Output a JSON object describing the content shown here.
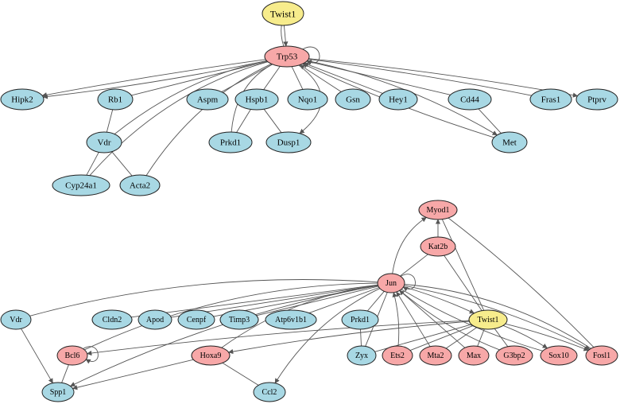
{
  "colors": {
    "blue": "#a8d8e4",
    "pink": "#f7a8a8",
    "yellow": "#f7ec8c",
    "edge": "#555555"
  },
  "nodes": [
    {
      "id": "twist1_top",
      "label": "Twist1",
      "color": "yellow"
    },
    {
      "id": "trp53",
      "label": "Trp53",
      "color": "pink"
    },
    {
      "id": "hipk2",
      "label": "Hipk2",
      "color": "blue"
    },
    {
      "id": "rb1",
      "label": "Rb1",
      "color": "blue"
    },
    {
      "id": "aspm",
      "label": "Aspm",
      "color": "blue"
    },
    {
      "id": "hspb1",
      "label": "Hspb1",
      "color": "blue"
    },
    {
      "id": "nqo1",
      "label": "Nqo1",
      "color": "blue"
    },
    {
      "id": "gsn",
      "label": "Gsn",
      "color": "blue"
    },
    {
      "id": "hey1",
      "label": "Hey1",
      "color": "blue"
    },
    {
      "id": "cd44",
      "label": "Cd44",
      "color": "blue"
    },
    {
      "id": "fras1",
      "label": "Fras1",
      "color": "blue"
    },
    {
      "id": "ptprv",
      "label": "Ptprv",
      "color": "blue"
    },
    {
      "id": "vdr_top",
      "label": "Vdr",
      "color": "blue"
    },
    {
      "id": "prkd1_top",
      "label": "Prkd1",
      "color": "blue"
    },
    {
      "id": "dusp1",
      "label": "Dusp1",
      "color": "blue"
    },
    {
      "id": "met",
      "label": "Met",
      "color": "blue"
    },
    {
      "id": "cyp24a1",
      "label": "Cyp24a1",
      "color": "blue"
    },
    {
      "id": "acta2",
      "label": "Acta2",
      "color": "blue"
    },
    {
      "id": "myod1",
      "label": "Myod1",
      "color": "pink"
    },
    {
      "id": "kat2b",
      "label": "Kat2b",
      "color": "pink"
    },
    {
      "id": "jun",
      "label": "Jun",
      "color": "pink"
    },
    {
      "id": "vdr_bot",
      "label": "Vdr",
      "color": "blue"
    },
    {
      "id": "cldn2",
      "label": "Cldn2",
      "color": "blue"
    },
    {
      "id": "apod",
      "label": "Apod",
      "color": "blue"
    },
    {
      "id": "cenpf",
      "label": "Cenpf",
      "color": "blue"
    },
    {
      "id": "timp3",
      "label": "Timp3",
      "color": "blue"
    },
    {
      "id": "atp6v1b1",
      "label": "Atp6v1b1",
      "color": "blue"
    },
    {
      "id": "prkd1_bot",
      "label": "Prkd1",
      "color": "blue"
    },
    {
      "id": "twist1_bot",
      "label": "Twist1",
      "color": "yellow"
    },
    {
      "id": "bcl6",
      "label": "Bcl6",
      "color": "pink"
    },
    {
      "id": "hoxa9",
      "label": "Hoxa9",
      "color": "pink"
    },
    {
      "id": "zyx",
      "label": "Zyx",
      "color": "blue"
    },
    {
      "id": "ets2",
      "label": "Ets2",
      "color": "pink"
    },
    {
      "id": "mta2",
      "label": "Mta2",
      "color": "pink"
    },
    {
      "id": "max",
      "label": "Max",
      "color": "pink"
    },
    {
      "id": "g3bp2",
      "label": "G3bp2",
      "color": "pink"
    },
    {
      "id": "sox10",
      "label": "Sox10",
      "color": "pink"
    },
    {
      "id": "fosl1",
      "label": "Fosl1",
      "color": "pink"
    },
    {
      "id": "spp1",
      "label": "Spp1",
      "color": "blue"
    },
    {
      "id": "ccl2",
      "label": "Ccl2",
      "color": "blue"
    }
  ],
  "edges": [
    {
      "from": "twist1_top",
      "to": "trp53",
      "arrow": true
    },
    {
      "from": "twist1_top",
      "to": "trp53",
      "arrow": false
    },
    {
      "from": "trp53",
      "to": "trp53",
      "arrow": true
    },
    {
      "from": "trp53",
      "to": "hipk2",
      "arrow": true
    },
    {
      "from": "trp53",
      "to": "hipk2",
      "arrow": true
    },
    {
      "from": "trp53",
      "to": "rb1",
      "arrow": false
    },
    {
      "from": "trp53",
      "to": "aspm",
      "arrow": false
    },
    {
      "from": "trp53",
      "to": "hspb1",
      "arrow": false
    },
    {
      "from": "trp53",
      "to": "nqo1",
      "arrow": false
    },
    {
      "from": "gsn",
      "to": "trp53",
      "arrow": true
    },
    {
      "from": "hey1",
      "to": "trp53",
      "arrow": true
    },
    {
      "from": "cd44",
      "to": "trp53",
      "arrow": true
    },
    {
      "from": "trp53",
      "to": "fras1",
      "arrow": false
    },
    {
      "from": "trp53",
      "to": "ptprv",
      "arrow": true
    },
    {
      "from": "trp53",
      "to": "met",
      "arrow": true
    },
    {
      "from": "met",
      "to": "trp53",
      "arrow": true
    },
    {
      "from": "trp53",
      "to": "dusp1",
      "arrow": true
    },
    {
      "from": "trp53",
      "to": "vdr_top",
      "arrow": false
    },
    {
      "from": "trp53",
      "to": "cyp24a1",
      "arrow": false
    },
    {
      "from": "trp53",
      "to": "acta2",
      "arrow": false
    },
    {
      "from": "trp53",
      "to": "prkd1_top",
      "arrow": false
    },
    {
      "from": "rb1",
      "to": "vdr_top",
      "arrow": false
    },
    {
      "from": "vdr_top",
      "to": "cyp24a1",
      "arrow": false
    },
    {
      "from": "vdr_top",
      "to": "acta2",
      "arrow": false
    },
    {
      "from": "hspb1",
      "to": "prkd1_top",
      "arrow": false
    },
    {
      "from": "hspb1",
      "to": "dusp1",
      "arrow": false
    },
    {
      "from": "cd44",
      "to": "met",
      "arrow": false
    },
    {
      "from": "kat2b",
      "to": "myod1",
      "arrow": true
    },
    {
      "from": "jun",
      "to": "myod1",
      "arrow": true
    },
    {
      "from": "jun",
      "to": "kat2b",
      "arrow": false
    },
    {
      "from": "myod1",
      "to": "twist1_bot",
      "arrow": false
    },
    {
      "from": "myod1",
      "to": "fosl1",
      "arrow": false
    },
    {
      "from": "kat2b",
      "to": "twist1_bot",
      "arrow": false
    },
    {
      "from": "jun",
      "to": "jun",
      "arrow": true
    },
    {
      "from": "jun",
      "to": "vdr_bot",
      "arrow": false
    },
    {
      "from": "jun",
      "to": "cldn2",
      "arrow": false
    },
    {
      "from": "jun",
      "to": "apod",
      "arrow": false
    },
    {
      "from": "jun",
      "to": "cenpf",
      "arrow": false
    },
    {
      "from": "jun",
      "to": "timp3",
      "arrow": false
    },
    {
      "from": "jun",
      "to": "atp6v1b1",
      "arrow": false
    },
    {
      "from": "jun",
      "to": "prkd1_bot",
      "arrow": false
    },
    {
      "from": "jun",
      "to": "bcl6",
      "arrow": false
    },
    {
      "from": "jun",
      "to": "hoxa9",
      "arrow": false
    },
    {
      "from": "jun",
      "to": "spp1",
      "arrow": true
    },
    {
      "from": "jun",
      "to": "ccl2",
      "arrow": true
    },
    {
      "from": "jun",
      "to": "zyx",
      "arrow": false
    },
    {
      "from": "jun",
      "to": "twist1_bot",
      "arrow": true
    },
    {
      "from": "ets2",
      "to": "jun",
      "arrow": true
    },
    {
      "from": "mta2",
      "to": "jun",
      "arrow": true
    },
    {
      "from": "max",
      "to": "jun",
      "arrow": true
    },
    {
      "from": "g3bp2",
      "to": "jun",
      "arrow": false
    },
    {
      "from": "sox10",
      "to": "jun",
      "arrow": false
    },
    {
      "from": "jun",
      "to": "fosl1",
      "arrow": true
    },
    {
      "from": "jun",
      "to": "fosl1",
      "arrow": false
    },
    {
      "from": "twist1_bot",
      "to": "bcl6",
      "arrow": true
    },
    {
      "from": "twist1_bot",
      "to": "hoxa9",
      "arrow": true
    },
    {
      "from": "twist1_bot",
      "to": "zyx",
      "arrow": false
    },
    {
      "from": "twist1_bot",
      "to": "ets2",
      "arrow": false
    },
    {
      "from": "twist1_bot",
      "to": "mta2",
      "arrow": false
    },
    {
      "from": "twist1_bot",
      "to": "max",
      "arrow": false
    },
    {
      "from": "twist1_bot",
      "to": "g3bp2",
      "arrow": false
    },
    {
      "from": "twist1_bot",
      "to": "sox10",
      "arrow": true
    },
    {
      "from": "twist1_bot",
      "to": "fosl1",
      "arrow": true
    },
    {
      "from": "bcl6",
      "to": "bcl6",
      "arrow": true
    },
    {
      "from": "bcl6",
      "to": "spp1",
      "arrow": false
    },
    {
      "from": "hoxa9",
      "to": "spp1",
      "arrow": true
    },
    {
      "from": "hoxa9",
      "to": "ccl2",
      "arrow": false
    },
    {
      "from": "vdr_bot",
      "to": "spp1",
      "arrow": true
    },
    {
      "from": "prkd1_bot",
      "to": "zyx",
      "arrow": false
    }
  ]
}
